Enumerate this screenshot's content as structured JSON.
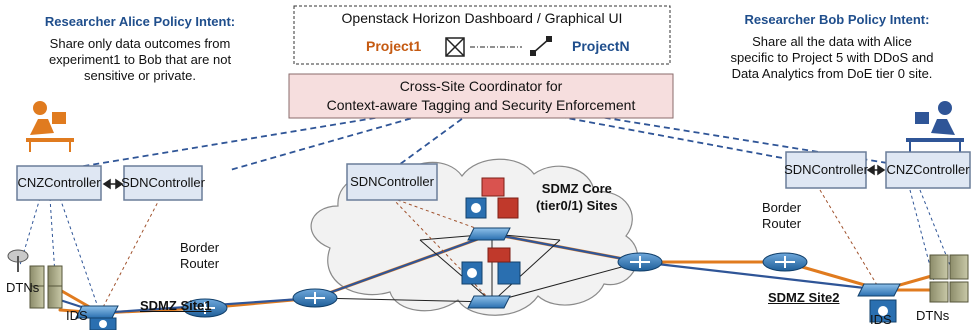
{
  "dashboard": {
    "title": "Openstack Horizon Dashboard / Graphical UI",
    "project_first": "Project1",
    "project_last": "ProjectN"
  },
  "coordinator": {
    "line1": "Cross-Site Coordinator for",
    "line2": "Context-aware Tagging and Security Enforcement"
  },
  "alice": {
    "title": "Researcher Alice Policy Intent:",
    "lines": [
      "Share only data outcomes from",
      "experiment1 to Bob that are not",
      "sensitive or private."
    ]
  },
  "bob": {
    "title": "Researcher Bob Policy Intent:",
    "lines": [
      "Share all the data with Alice",
      "specific to Project 5 with DDoS and",
      "Data Analytics from DoE tier 0 site."
    ]
  },
  "controllers": {
    "cnz": [
      "CNZ",
      "Controller"
    ],
    "sdn": [
      "SDN",
      "Controller"
    ]
  },
  "labels": {
    "border_router": [
      "Border",
      "Router"
    ],
    "core": [
      "SDMZ Core",
      "(tier0/1) Sites"
    ],
    "site1": "SDMZ Site1",
    "site2": "SDMZ Site2",
    "dtns": "DTNs",
    "ids": "IDS"
  },
  "colors": {
    "orange_link": "#e07b1f",
    "blue_link": "#2f5597",
    "controller_fill": "#dfe7f3",
    "coordinator_fill": "#f6dede",
    "project_text": "#c55a11",
    "projectn_text": "#1f4e8c"
  }
}
